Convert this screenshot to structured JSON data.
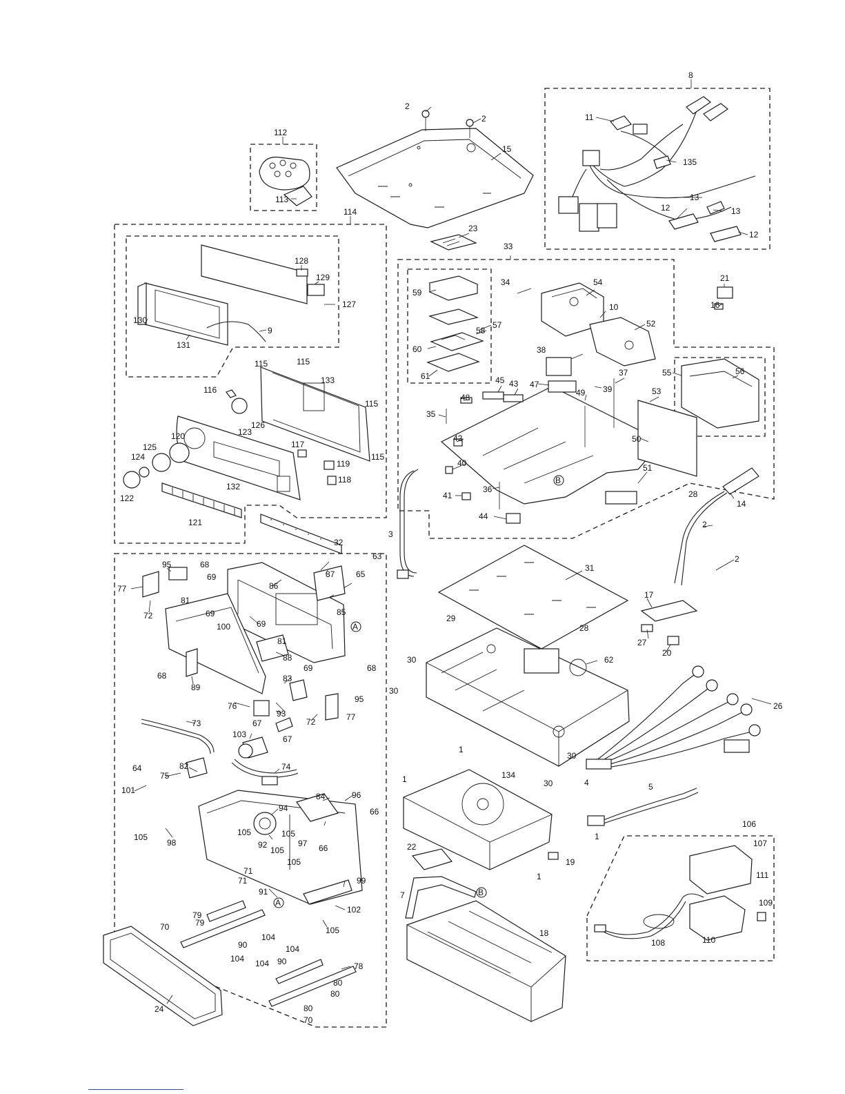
{
  "labels": {
    "l1a": "1",
    "l1b": "1",
    "l1c": "1",
    "l1d": "1",
    "l2a": "2",
    "l2b": "2",
    "l2c": "2",
    "l2d": "2",
    "l3": "3",
    "l4": "4",
    "l5": "5",
    "l7": "7",
    "l8": "8",
    "l9": "9",
    "l10": "10",
    "l11": "11",
    "l12a": "12",
    "l12b": "12",
    "l13a": "13",
    "l13b": "13",
    "l14": "14",
    "l15": "15",
    "l16": "16",
    "l17": "17",
    "l18": "18",
    "l19": "19",
    "l20": "20",
    "l21": "21",
    "l22": "22",
    "l23": "23",
    "l24": "24",
    "l26": "26",
    "l27": "27",
    "l28a": "28",
    "l28b": "28",
    "l29": "29",
    "l30a": "30",
    "l30b": "30",
    "l30c": "30",
    "l30d": "30",
    "l31": "31",
    "l32": "32",
    "l33": "33",
    "l34": "34",
    "l35": "35",
    "l36": "36",
    "l37": "37",
    "l38": "38",
    "l39": "39",
    "l40": "40",
    "l41": "41",
    "l42": "42",
    "l43": "43",
    "l44": "44",
    "l45": "45",
    "l47": "47",
    "l48": "48",
    "l49": "49",
    "l50": "50",
    "l51": "51",
    "l52": "52",
    "l53": "53",
    "l54": "54",
    "l55": "55",
    "l56": "56",
    "l57": "57",
    "l58": "58",
    "l59": "59",
    "l60": "60",
    "l61": "61",
    "l62": "62",
    "l63": "63",
    "l64": "64",
    "l65": "65",
    "l66a": "66",
    "l66b": "66",
    "l67a": "67",
    "l67b": "67",
    "l68a": "68",
    "l68b": "68",
    "l68c": "68",
    "l69a": "69",
    "l69b": "69",
    "l69c": "69",
    "l69d": "69",
    "l70a": "70",
    "l70b": "70",
    "l71a": "71",
    "l71b": "71",
    "l72a": "72",
    "l72b": "72",
    "l73": "73",
    "l74": "74",
    "l75": "75",
    "l76": "76",
    "l77a": "77",
    "l77b": "77",
    "l78": "78",
    "l79a": "79",
    "l79b": "79",
    "l80a": "80",
    "l80b": "80",
    "l81a": "81",
    "l81b": "81",
    "l82": "82",
    "l83": "83",
    "l84": "84",
    "l85": "85",
    "l86": "86",
    "l87": "87",
    "l88": "88",
    "l89": "89",
    "l90a": "90",
    "l90b": "90",
    "l91": "91",
    "l92": "92",
    "l93": "93",
    "l94": "94",
    "l95a": "95",
    "l95b": "95",
    "l96": "96",
    "l97": "97",
    "l98": "98",
    "l99": "99",
    "l100": "100",
    "l101": "101",
    "l102": "102",
    "l103": "103",
    "l104a": "104",
    "l104b": "104",
    "l104c": "104",
    "l104d": "104",
    "l105a": "105",
    "l105b": "105",
    "l105c": "105",
    "l105d": "105",
    "l105e": "105",
    "l105f": "105",
    "l106": "106",
    "l107": "107",
    "l108": "108",
    "l109": "109",
    "l110": "110",
    "l111": "111",
    "l112": "112",
    "l113": "113",
    "l114": "114",
    "l115a": "115",
    "l115b": "115",
    "l115c": "115",
    "l115d": "115",
    "l116": "116",
    "l117": "117",
    "l118": "118",
    "l119": "119",
    "l120": "120",
    "l121": "121",
    "l122": "122",
    "l123": "123",
    "l124": "124",
    "l125": "125",
    "l126": "126",
    "l127": "127",
    "l128": "128",
    "l129": "129",
    "l130": "130",
    "l131": "131",
    "l132": "132",
    "l133": "133",
    "l134": "134",
    "l135": "135",
    "refA1": "A",
    "refA2": "A",
    "refB1": "B",
    "refB2": "B"
  }
}
